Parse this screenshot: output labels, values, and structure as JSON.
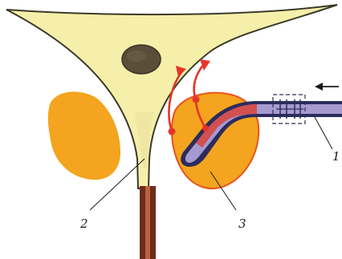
{
  "labels": {
    "one": "1",
    "two": "2",
    "three": "3"
  },
  "colors": {
    "cell_body": "#f6efaa",
    "cell_outline": "#3b3a2a",
    "nucleus": "#5a4e39",
    "organ": "#f4a41e",
    "organ_outline": "#e8541a",
    "fiber_sheath": "#2c2c5c",
    "fiber_core": "#a79ad0",
    "stimulus_arrow": "#e6352a",
    "axon": "#6e2b1e"
  },
  "icons": {
    "direction_arrow": "left-arrow-icon",
    "stimulus_arrows": "curved-up-arrow-icon"
  }
}
